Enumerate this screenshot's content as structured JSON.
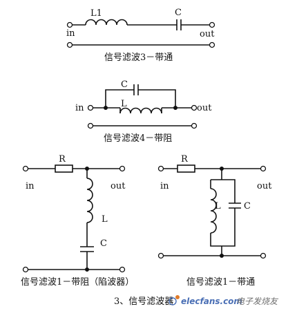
{
  "diagram1": {
    "inductor_label": "L1",
    "capacitor_label": "C",
    "in_label": "in",
    "out_label": "out",
    "caption": "信号滤波3－带通"
  },
  "diagram2": {
    "capacitor_label": "C",
    "inductor_label": "L",
    "in_label": "in",
    "out_label": "out",
    "caption": "信号滤波4－带阻"
  },
  "diagram3": {
    "resistor_label": "R",
    "inductor_label": "L",
    "capacitor_label": "C",
    "in_label": "in",
    "out_label": "out",
    "caption": "信号滤波1－带阻（陷波器）"
  },
  "diagram4": {
    "resistor_label": "R",
    "inductor_label": "L",
    "capacitor_label": "C",
    "in_label": "in",
    "out_label": "out",
    "caption": "信号滤波1－带通"
  },
  "figure_caption": "3、信号滤波器",
  "watermark": {
    "brand": "elecfans.com",
    "chinese": "电子发烧友"
  }
}
